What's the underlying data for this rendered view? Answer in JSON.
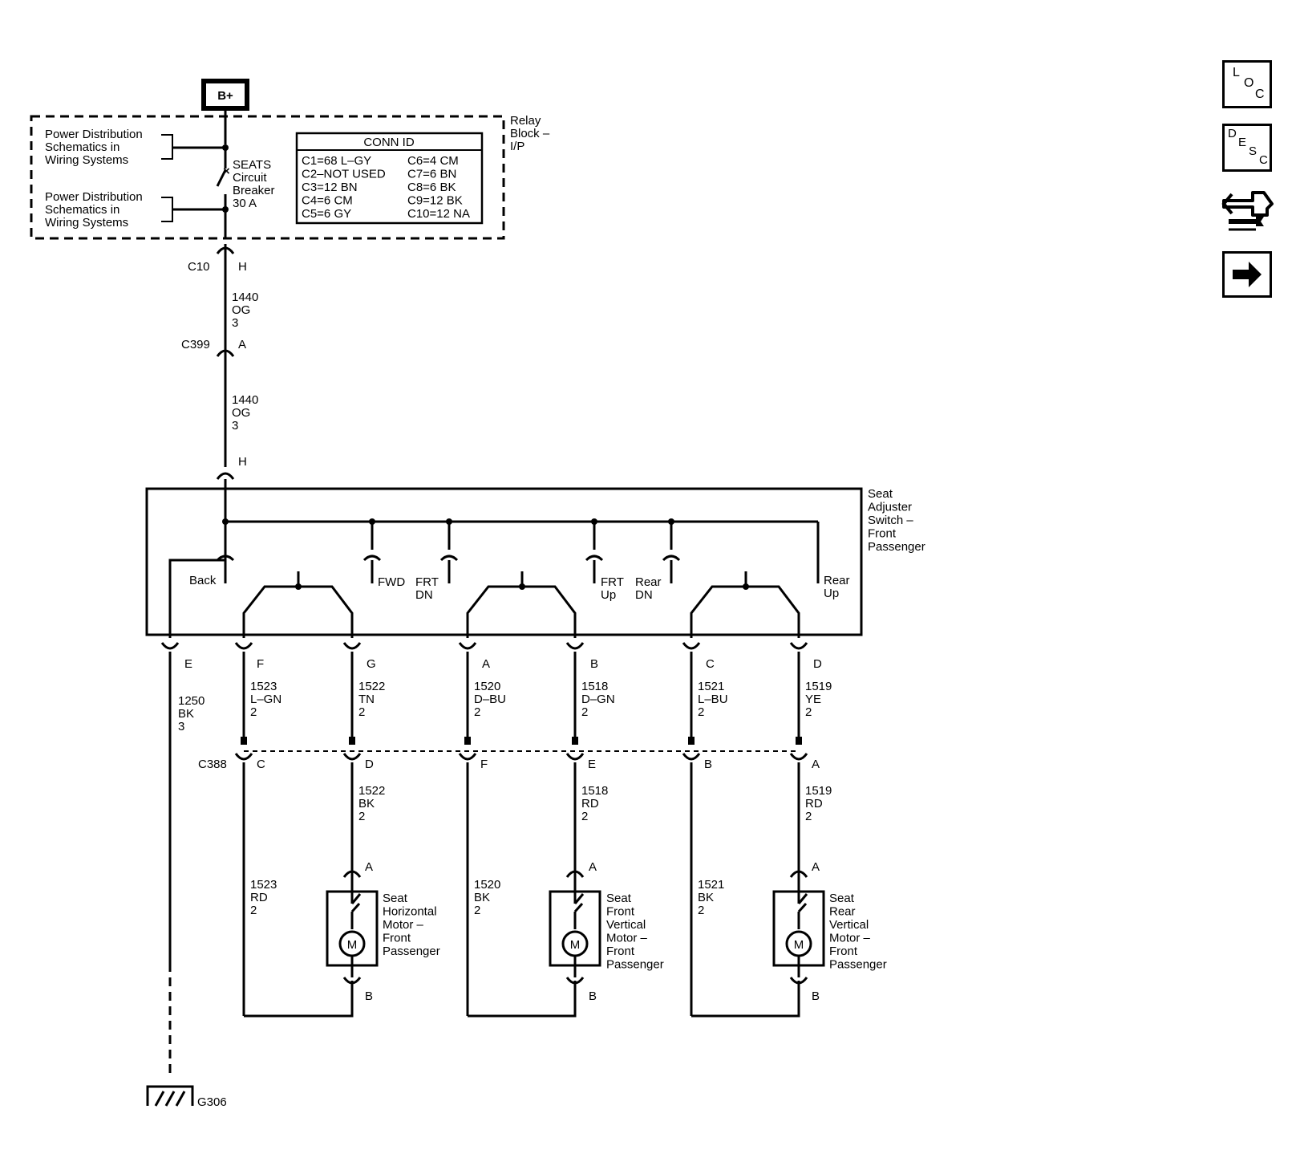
{
  "power": {
    "label": "B+"
  },
  "relay_block": {
    "label_lines": [
      "Relay",
      "Block –",
      "I/P"
    ]
  },
  "power_dist": {
    "label_lines": [
      "Power Distribution",
      "Schematics in",
      "Wiring Systems"
    ]
  },
  "breaker": {
    "label_lines": [
      "SEATS",
      "Circuit",
      "Breaker",
      "30 A"
    ]
  },
  "conn_id": {
    "title": "CONN ID",
    "left": [
      "C1=68 L–GY",
      "C2–NOT USED",
      "C3=12 BN",
      "C4=6 CM",
      "C5=6 GY"
    ],
    "right": [
      "C6=4 CM",
      "C7=6 BN",
      "C8=6 BK",
      "C9=12 BK",
      "C10=12 NA"
    ]
  },
  "connectors": {
    "c10": "C10",
    "c399": "C399",
    "c388": "C388"
  },
  "pins": {
    "c10": "H",
    "c399": "A",
    "switch_in": "H",
    "e": "E",
    "f": "F",
    "g": "G",
    "a": "A",
    "b": "B",
    "c": "C",
    "d": "D",
    "c388_c": "C",
    "c388_d": "D",
    "c388_f": "F",
    "c388_e": "E",
    "c388_b": "B",
    "c388_a": "A",
    "motor_a": "A",
    "motor_b": "B"
  },
  "wires": {
    "w1440a": [
      "1440",
      "OG",
      "3"
    ],
    "w1440b": [
      "1440",
      "OG",
      "3"
    ],
    "w1250": [
      "1250",
      "BK",
      "3"
    ],
    "w1523": [
      "1523",
      "L–GN",
      "2"
    ],
    "w1522": [
      "1522",
      "TN",
      "2"
    ],
    "w1520": [
      "1520",
      "D–BU",
      "2"
    ],
    "w1518": [
      "1518",
      "D–GN",
      "2"
    ],
    "w1521": [
      "1521",
      "L–BU",
      "2"
    ],
    "w1519": [
      "1519",
      "YE",
      "2"
    ],
    "w1522bk": [
      "1522",
      "BK",
      "2"
    ],
    "w1518rd": [
      "1518",
      "RD",
      "2"
    ],
    "w1519rd": [
      "1519",
      "RD",
      "2"
    ],
    "w1523rd": [
      "1523",
      "RD",
      "2"
    ],
    "w1520bk": [
      "1520",
      "BK",
      "2"
    ],
    "w1521bk": [
      "1521",
      "BK",
      "2"
    ]
  },
  "switch": {
    "label_lines": [
      "Seat",
      "Adjuster",
      "Switch –",
      "Front",
      "Passenger"
    ],
    "back": "Back",
    "fwd": "FWD",
    "frt_dn": [
      "FRT",
      "DN"
    ],
    "frt_up": [
      "FRT",
      "Up"
    ],
    "rear_dn": [
      "Rear",
      "DN"
    ],
    "rear_up": [
      "Rear",
      "Up"
    ]
  },
  "motors": {
    "symbol": "M",
    "horizontal": [
      "Seat",
      "Horizontal",
      "Motor –",
      "Front",
      "Passenger"
    ],
    "front_vertical": [
      "Seat",
      "Front",
      "Vertical",
      "Motor –",
      "Front",
      "Passenger"
    ],
    "rear_vertical": [
      "Seat",
      "Rear",
      "Vertical",
      "Motor –",
      "Front",
      "Passenger"
    ]
  },
  "ground": {
    "label": "G306"
  },
  "nav": {
    "loc": [
      "L",
      "O",
      "C"
    ],
    "desc": [
      "D",
      "E",
      "S",
      "C"
    ],
    "connector_icon": "connector-wrench-icon",
    "next_icon": "right-arrow-icon"
  }
}
